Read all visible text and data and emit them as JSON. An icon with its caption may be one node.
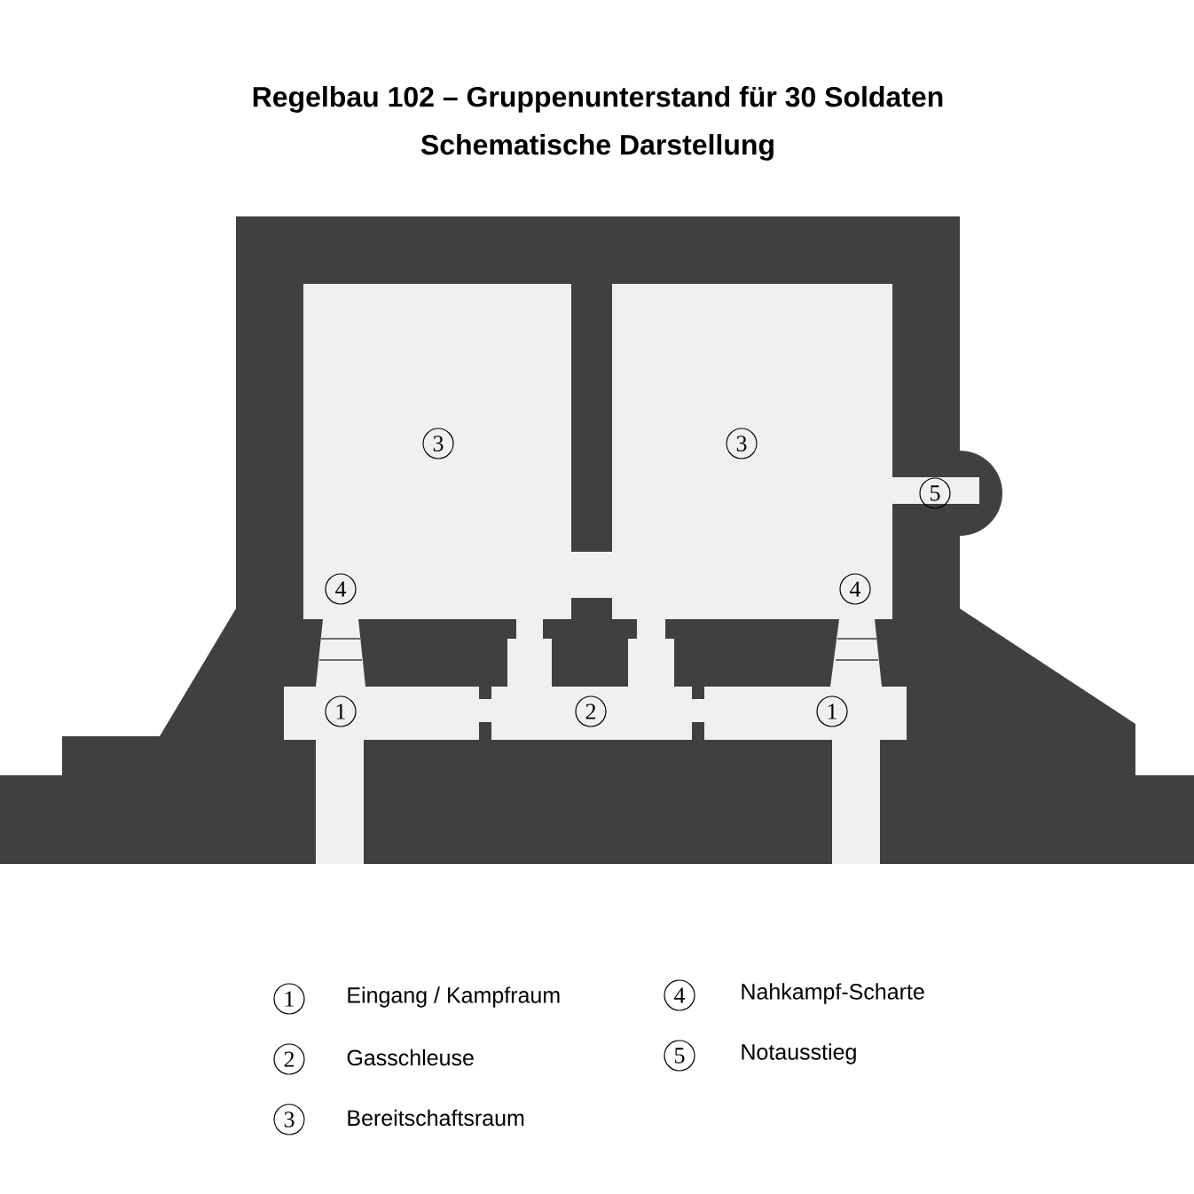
{
  "diagram": {
    "title": "Regelbau 102 – Gruppenunterstand  für 30 Soldaten",
    "labels": [
      "Schematische Darstellung",
      "3",
      "3",
      "5",
      "4",
      "4",
      "1",
      "2",
      "1",
      "1",
      "4",
      "2",
      "5",
      "3"
    ],
    "legend": [
      {
        "text": "Eingang / Kampfraum"
      },
      {
        "text": "Nahkampf-Scharte"
      },
      {
        "text": "Gasschleuse"
      },
      {
        "text": "Notausstieg"
      },
      {
        "text": "Bereitschaftsraum"
      }
    ]
  }
}
